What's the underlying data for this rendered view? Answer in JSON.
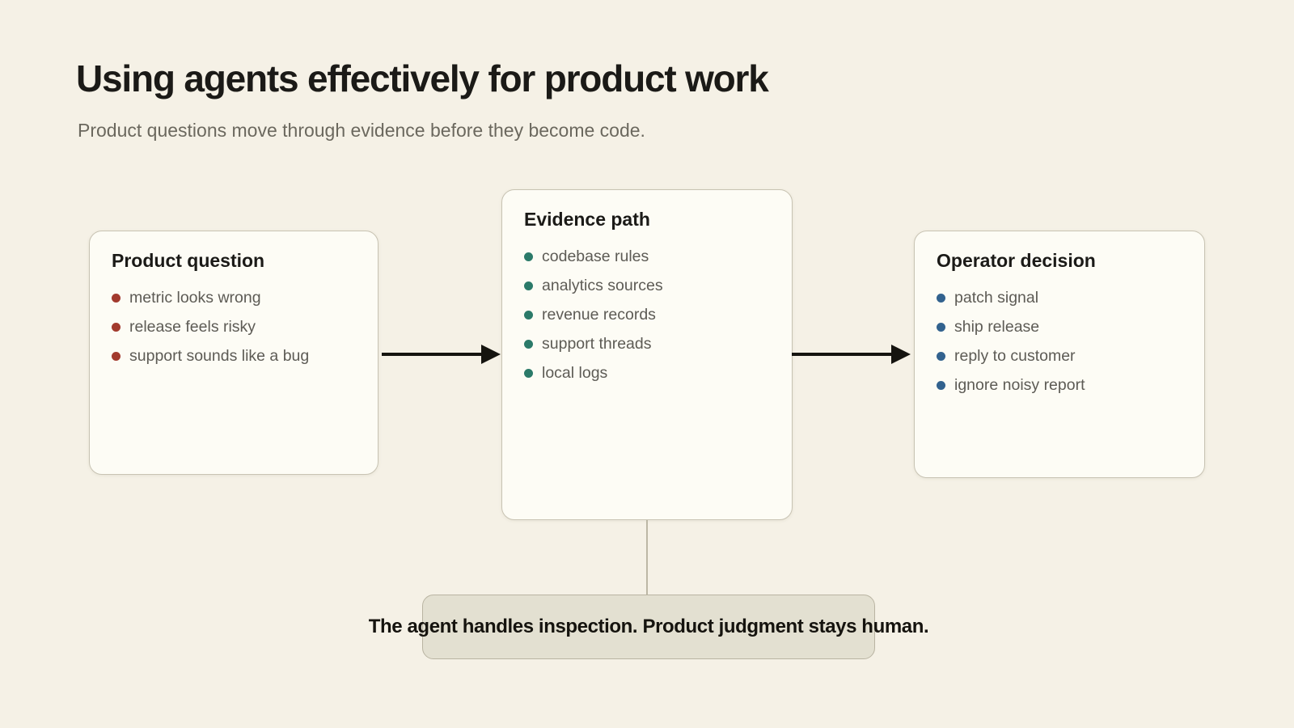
{
  "page": {
    "title": "Using agents effectively for product work",
    "subtitle": "Product questions move through evidence before they become code."
  },
  "diagram": {
    "nodes": [
      {
        "id": "product-question",
        "title": "Product question",
        "bullet_color": "#a23a2d",
        "items": [
          "metric looks wrong",
          "release feels risky",
          "support sounds like a bug"
        ]
      },
      {
        "id": "evidence-path",
        "title": "Evidence path",
        "bullet_color": "#2b7a69",
        "items": [
          "codebase rules",
          "analytics sources",
          "revenue records",
          "support threads",
          "local logs"
        ]
      },
      {
        "id": "operator-decision",
        "title": "Operator decision",
        "bullet_color": "#32628e",
        "items": [
          "patch signal",
          "ship release",
          "reply to customer",
          "ignore noisy report"
        ]
      }
    ],
    "callout": {
      "text": "The agent handles inspection. Product judgment stays human."
    },
    "colors": {
      "page_background": "#f5f1e6",
      "card_background": "#fdfcf5",
      "card_border": "#c8c3b3",
      "arrow": "#15140f",
      "connector": "#bcb7a5",
      "callout_background": "#e3e0d1",
      "callout_border": "#b9b4a2",
      "heading_text": "#1b1a17",
      "subtitle_text": "#6b685e",
      "item_text": "#5d5b55"
    }
  }
}
